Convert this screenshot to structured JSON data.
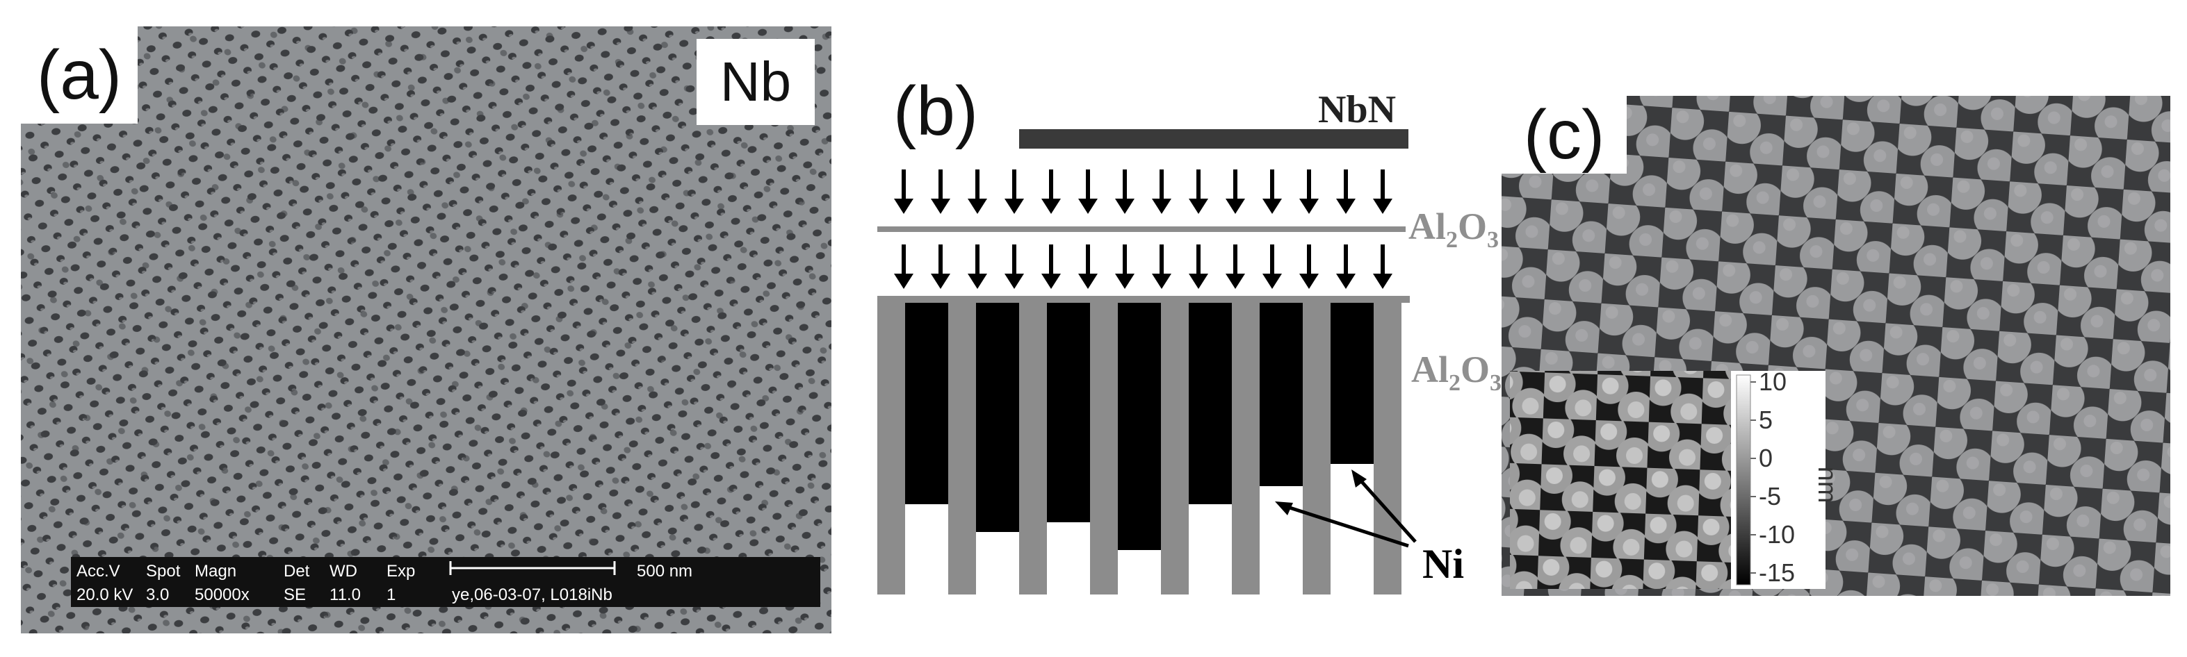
{
  "figure": {
    "panel_a": {
      "label": "(a)",
      "material": "Nb",
      "sem_bar": {
        "row1": {
          "accv": "Acc.V",
          "spot": "Spot",
          "magn": "Magn",
          "det": "Det",
          "wd": "WD",
          "exp": "Exp",
          "scale": "500 nm"
        },
        "row2": {
          "accv": "20.0 kV",
          "spot": "3.0",
          "magn": "50000x",
          "det": "SE",
          "wd": "11.0",
          "exp": "1",
          "id": "ye,06-03-07, L018iNb"
        }
      }
    },
    "panel_b": {
      "label": "(b)",
      "top_layer": "NbN",
      "oxide_thin": "Al",
      "oxide_thin_sub": "2",
      "oxide_thin_end": "O",
      "oxide_thin_sub2": "3",
      "oxide_thick": "Al",
      "oxide_thick_sub": "2",
      "oxide_thick_end": "O",
      "oxide_thick_sub2": "3",
      "pillar_label": "Ni"
    },
    "panel_c": {
      "label": "(c)",
      "colorbar": {
        "unit": "nm",
        "ticks": [
          "10",
          "5",
          "0",
          "-5",
          "-10",
          "-15"
        ]
      }
    },
    "colors": {
      "sem_gray": "#8a8d90",
      "nbn_bar": "#3a3a3a",
      "oxide_gray": "#8c8c8c",
      "nickel_black": "#000000",
      "label_gray": "#8f8f8f"
    }
  }
}
